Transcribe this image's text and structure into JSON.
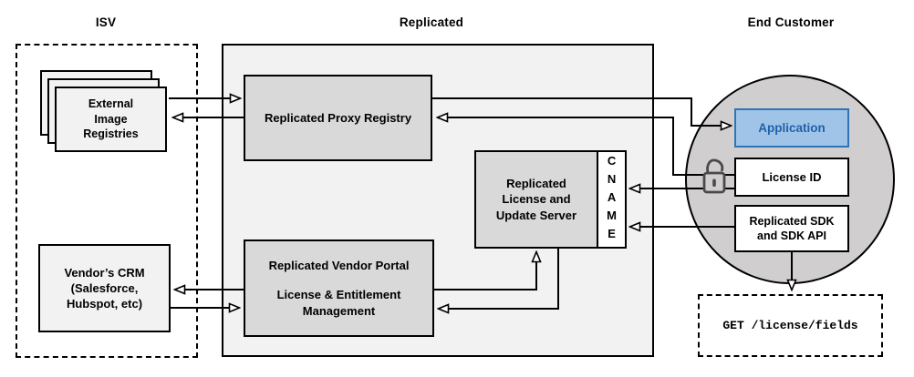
{
  "sections": {
    "isv": {
      "title": "ISV"
    },
    "replicated": {
      "title": "Replicated"
    },
    "end_customer": {
      "title": "End Customer"
    }
  },
  "nodes": {
    "external_registries": {
      "label": "External\nImage\nRegistries"
    },
    "vendor_crm": {
      "label": "Vendor’s CRM\n(Salesforce,\nHubspot, etc)"
    },
    "proxy_registry": {
      "label": "Replicated Proxy Registry"
    },
    "license_update_server": {
      "label": "Replicated\nLicense and\nUpdate Server"
    },
    "cname_strip": {
      "label": "CNAME"
    },
    "vendor_portal": {
      "title": "Replicated Vendor Portal",
      "subtitle": "License & Entitlement\nManagement"
    },
    "application": {
      "label": "Application"
    },
    "license_id": {
      "label": "License ID"
    },
    "replicated_sdk": {
      "label": "Replicated SDK\nand SDK API"
    },
    "api_call": {
      "label": "GET /license/fields"
    }
  },
  "icons": {
    "unlock": "unlocked-padlock-icon"
  },
  "colors": {
    "section_fill": "#f2f2f2",
    "node_fill": "#d9d9d9",
    "circle_fill": "#d0cece",
    "white_fill": "#ffffff",
    "line": "#000000",
    "application_fill": "#a0c4e8",
    "application_border": "#2e75b6",
    "application_text": "#2061a9"
  }
}
